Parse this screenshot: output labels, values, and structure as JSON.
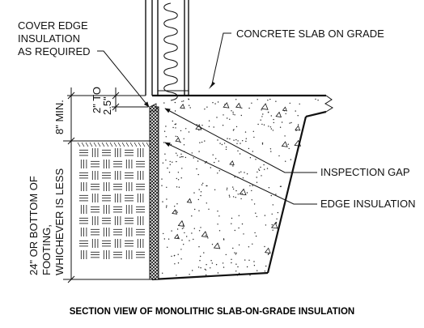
{
  "labels": {
    "cover_edge_line1": "COVER EDGE",
    "cover_edge_line2": "INSULATION",
    "cover_edge_line3": "AS REQUIRED",
    "concrete_slab": "CONCRETE SLAB ON GRADE",
    "inspection_gap": "INSPECTION GAP",
    "edge_insulation": "EDGE INSULATION",
    "dim_gap_line1": "2\" TO",
    "dim_gap_line2": "2.5\"",
    "dim_min": "8\" MIN.",
    "dim_depth_line1": "24\" OR BOTTOM OF",
    "dim_depth_line2": "FOOTING,",
    "dim_depth_line3": "WHICHEVER IS LESS"
  },
  "caption": "SECTION VIEW OF MONOLITHIC SLAB-ON-GRADE INSULATION"
}
